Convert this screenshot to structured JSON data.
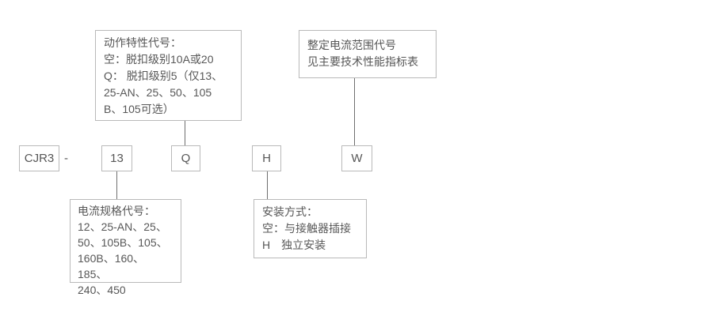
{
  "diagram_type": "model-designation",
  "model_code": {
    "prefix": "CJR3",
    "separator": "-",
    "segments": [
      "13",
      "Q",
      "H",
      "W"
    ]
  },
  "callouts": {
    "action_characteristic": "动作特性代号：\n空：脱扣级别10A或20\nQ： 脱扣级别5（仅13、\n25-AN、25、50、105\nB、105可选）",
    "setting_current_range": "整定电流范围代号\n见主要技术性能指标表",
    "current_spec": "电流规格代号：\n12、25-AN、25、\n50、105B、105、\n160B、160、185、\n240、450",
    "mounting": "安装方式：\n空：与接触器插接\nH　独立安装"
  },
  "colors": {
    "background": "#ffffff",
    "box_border": "#b9b9b9",
    "connector_line": "#6f6f6f",
    "text": "#575757"
  }
}
